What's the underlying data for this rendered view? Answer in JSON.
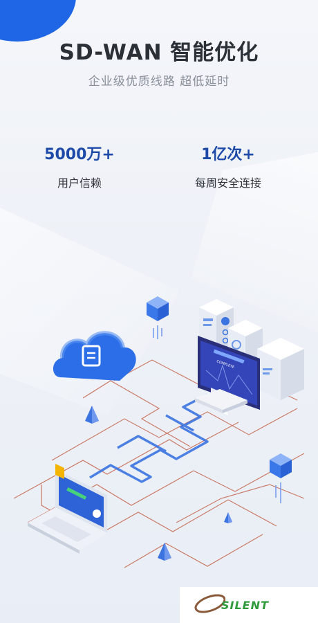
{
  "header": {
    "title": "SD-WAN 智能优化",
    "subtitle": "企业级优质线路 超低延时"
  },
  "stats": [
    {
      "value": "5000万+",
      "label": "用户信赖"
    },
    {
      "value": "1亿次+",
      "label": "每周安全连接"
    }
  ],
  "illustration": {
    "monitor_text": "COMPLETE"
  },
  "watermark": {
    "logo_text": "SILENT"
  },
  "colors": {
    "accent": "#1f66e6",
    "stat_value": "#1d4aa8",
    "route_red": "#c6664e",
    "route_blue": "#3b73e0"
  }
}
